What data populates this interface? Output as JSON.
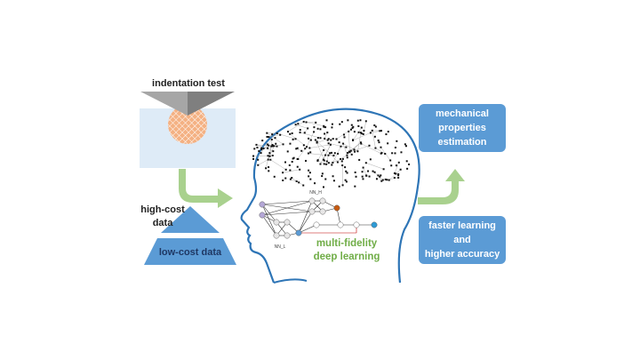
{
  "indentation": {
    "title": "indentation test"
  },
  "data_pyramid": {
    "high_cost_line1": "high-cost",
    "high_cost_line2": "data",
    "low_cost": "low-cost data"
  },
  "model": {
    "line1": "multi-fidelity",
    "line2": "deep learning",
    "nn_high": "NN_H",
    "nn_low": "NN_L"
  },
  "outputs": {
    "box1": [
      "mechanical",
      "properties",
      "estimation"
    ],
    "box2": [
      "faster learning",
      "and",
      "higher accuracy"
    ]
  },
  "colors": {
    "blue_box": "#5b9bd5",
    "green_arrow": "#a9d18e",
    "head_outline": "#2e75b6",
    "green_text": "#70ad47",
    "specimen": "#deebf7",
    "indent_zone": "#f4b183"
  }
}
